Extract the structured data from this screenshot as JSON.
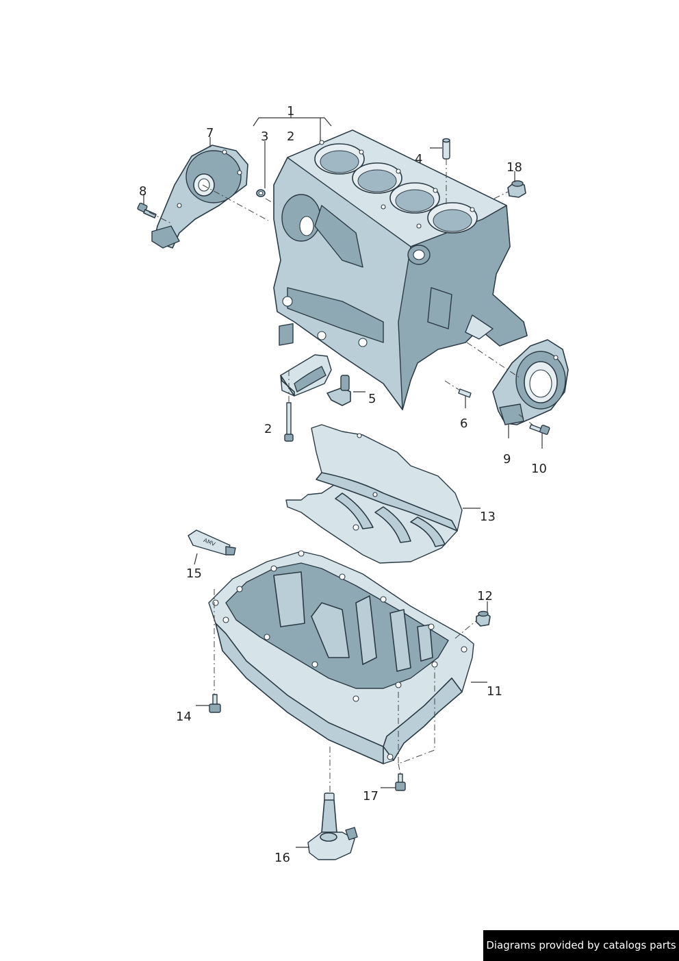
{
  "diagram": {
    "callouts": [
      {
        "id": "1",
        "label": "1"
      },
      {
        "id": "2a",
        "label": "2"
      },
      {
        "id": "2b",
        "label": "2"
      },
      {
        "id": "3",
        "label": "3"
      },
      {
        "id": "4",
        "label": "4"
      },
      {
        "id": "5",
        "label": "5"
      },
      {
        "id": "6",
        "label": "6"
      },
      {
        "id": "7",
        "label": "7"
      },
      {
        "id": "8",
        "label": "8"
      },
      {
        "id": "9",
        "label": "9"
      },
      {
        "id": "10",
        "label": "10"
      },
      {
        "id": "11",
        "label": "11"
      },
      {
        "id": "12",
        "label": "12"
      },
      {
        "id": "13",
        "label": "13"
      },
      {
        "id": "14",
        "label": "14"
      },
      {
        "id": "15",
        "label": "15"
      },
      {
        "id": "16",
        "label": "16"
      },
      {
        "id": "17",
        "label": "17"
      },
      {
        "id": "18",
        "label": "18"
      }
    ],
    "tube_label": "AMV",
    "part_color": "#b9ced6",
    "outline_color": "#2a3a44"
  },
  "footer": {
    "credit": "Diagrams provided by catalogs parts"
  }
}
